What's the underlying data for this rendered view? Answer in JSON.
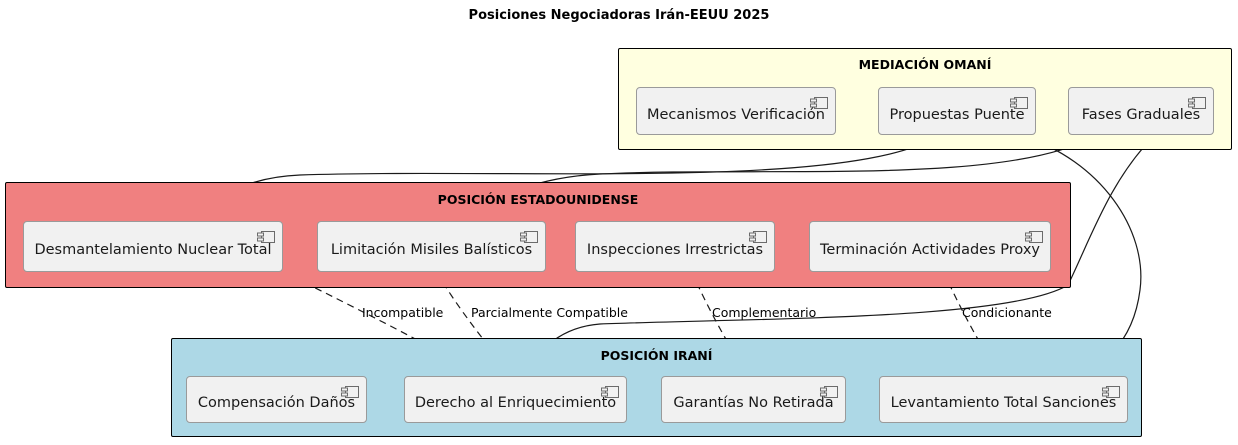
{
  "title": "Posiciones Negociadoras Irán-EEUU 2025",
  "colors": {
    "mediation_fill": "#FFFFE0",
    "us_fill": "#F08080",
    "iran_fill": "#ADD8E6",
    "component_fill": "#F1F1F1",
    "component_border": "#9A9A9A",
    "edge": "#1A1A1A",
    "package_border": "#000000"
  },
  "packages": [
    {
      "id": "mediation",
      "title": "MEDIACIÓN OMANÍ",
      "components": [
        {
          "label": "Mecanismos Verificación",
          "icon": "uml-component-icon"
        },
        {
          "label": "Propuestas Puente",
          "icon": "uml-component-icon"
        },
        {
          "label": "Fases Graduales",
          "icon": "uml-component-icon"
        }
      ]
    },
    {
      "id": "us",
      "title": "POSICIÓN ESTADOUNIDENSE",
      "components": [
        {
          "label": "Desmantelamiento Nuclear Total",
          "icon": "uml-component-icon"
        },
        {
          "label": "Limitación Misiles Balísticos",
          "icon": "uml-component-icon"
        },
        {
          "label": "Inspecciones Irrestrictas",
          "icon": "uml-component-icon"
        },
        {
          "label": "Terminación Actividades Proxy",
          "icon": "uml-component-icon"
        }
      ]
    },
    {
      "id": "iran",
      "title": "POSICIÓN IRANÍ",
      "components": [
        {
          "label": "Compensación Daños",
          "icon": "uml-component-icon"
        },
        {
          "label": "Derecho al Enriquecimiento",
          "icon": "uml-component-icon"
        },
        {
          "label": "Garantías No Retirada",
          "icon": "uml-component-icon"
        },
        {
          "label": "Levantamiento Total Sanciones",
          "icon": "uml-component-icon"
        }
      ]
    }
  ],
  "edge_labels": [
    {
      "text": "Incompatible",
      "style": "dashed"
    },
    {
      "text": "Parcialmente Compatible",
      "style": "dashed"
    },
    {
      "text": "Complementario",
      "style": "dashed"
    },
    {
      "text": "Condicionante",
      "style": "dashed"
    }
  ]
}
